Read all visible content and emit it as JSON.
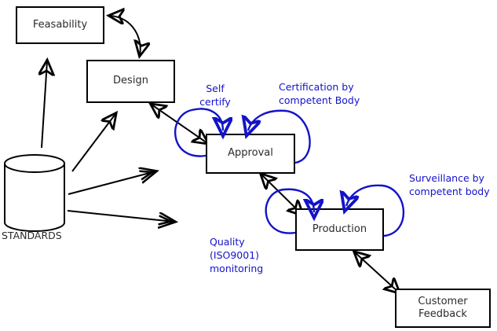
{
  "diagram": {
    "title": "Standards-driven product lifecycle flow",
    "colors": {
      "stroke_black": "#000000",
      "stroke_blue": "#1313c8",
      "text_dark": "#2b2b2b",
      "background": "#ffffff"
    },
    "nodes": [
      {
        "id": "feasability",
        "label": "Feasability",
        "shape": "rectangle"
      },
      {
        "id": "design",
        "label": "Design",
        "shape": "rectangle"
      },
      {
        "id": "approval",
        "label": "Approval",
        "shape": "rectangle"
      },
      {
        "id": "production",
        "label": "Production",
        "shape": "rectangle"
      },
      {
        "id": "customer-feedback",
        "label": "Customer\nFeedback",
        "shape": "rectangle"
      },
      {
        "id": "standards",
        "label": "STANDARDS",
        "shape": "cylinder"
      }
    ],
    "annotations": [
      {
        "id": "self-certify",
        "label": "Self\ncertify",
        "color": "#1313c8",
        "align": "center"
      },
      {
        "id": "certification-by-competent-body",
        "label": "Certification by\ncompetent Body",
        "color": "#1313c8",
        "align": "center"
      },
      {
        "id": "surveillance-by-competent-body",
        "label": "Surveillance by\ncompetent body",
        "color": "#1313c8",
        "align": "center"
      },
      {
        "id": "quality-iso9001-monitoring",
        "label": "Quality\n(ISO9001)\nmonitoring",
        "color": "#1313c8",
        "align": "left"
      }
    ],
    "connections": [
      {
        "id": "design-to-feasability",
        "from": "design",
        "to": "feasability",
        "style": "curved",
        "heads": "both",
        "color": "#000000"
      },
      {
        "id": "design-to-approval",
        "from": "design",
        "to": "approval",
        "style": "straight",
        "heads": "both",
        "color": "#000000"
      },
      {
        "id": "approval-to-production",
        "from": "approval",
        "to": "production",
        "style": "straight",
        "heads": "both",
        "color": "#000000"
      },
      {
        "id": "production-to-customer-feedback",
        "from": "production",
        "to": "customer-feedback",
        "style": "straight",
        "heads": "both",
        "color": "#000000"
      },
      {
        "id": "standards-to-feasability",
        "from": "standards",
        "to": "feasability",
        "style": "straight",
        "heads": "single",
        "color": "#000000"
      },
      {
        "id": "standards-to-design",
        "from": "standards",
        "to": "design",
        "style": "straight",
        "heads": "single",
        "color": "#000000"
      },
      {
        "id": "standards-to-approval",
        "from": "standards",
        "to": "approval",
        "style": "straight",
        "heads": "single",
        "color": "#000000"
      },
      {
        "id": "standards-to-production",
        "from": "standards",
        "to": "production",
        "style": "straight",
        "heads": "single",
        "color": "#000000"
      },
      {
        "id": "self-certify-loop",
        "from": "approval",
        "to": "approval",
        "style": "self-loop",
        "heads": "single",
        "color": "#1313c8"
      },
      {
        "id": "certification-loop",
        "from": "approval",
        "to": "approval",
        "style": "self-loop",
        "heads": "single",
        "color": "#1313c8"
      },
      {
        "id": "quality-monitoring-loop",
        "from": "production",
        "to": "production",
        "style": "self-loop",
        "heads": "single",
        "color": "#1313c8"
      },
      {
        "id": "surveillance-loop",
        "from": "production",
        "to": "production",
        "style": "self-loop",
        "heads": "single",
        "color": "#1313c8"
      }
    ]
  }
}
